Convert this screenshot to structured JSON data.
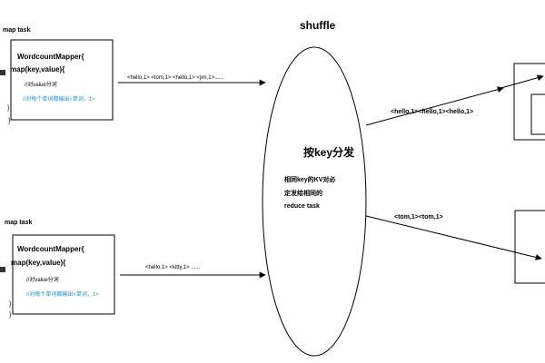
{
  "mapper_top": {
    "title": "map task",
    "class_line": "WordcountMapper{",
    "method_line": "map(key,value){",
    "comment1": "//对value分词",
    "comment2": "//对每个单词都输出<单词，1>",
    "close_inner": "}",
    "close_outer": "}",
    "emit": "<hello,1> <tom,1> <hello,1> <jim,1>......"
  },
  "mapper_bottom": {
    "title": "map task",
    "class_line": "WordcountMapper{",
    "method_line": "map(key,value){",
    "comment1": "//对value分词",
    "comment2": "//对每个单词都输出<单词，1>",
    "close_inner": "}",
    "close_outer": "}",
    "emit": "<hello,1>  <kitty,1>  ......"
  },
  "shuffle": {
    "title": "shuffle",
    "heading": "按key分发",
    "note_line1": "相同key的KV对必",
    "note_line2": "定发给相同的",
    "note_line3": "reduce task"
  },
  "outputs": {
    "top": "<hello,1><hello,1><hello,1>",
    "bottom": "<tom,1><tom,1>"
  },
  "colors": {
    "comment": "#1a8fd6",
    "line": "#000000"
  }
}
